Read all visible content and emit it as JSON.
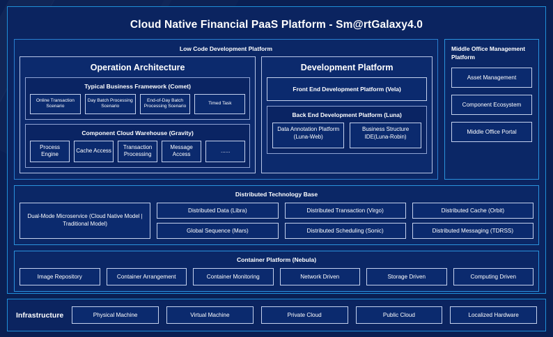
{
  "title": "Cloud Native Financial PaaS Platform - Sm@rtGalaxy4.0",
  "lowcode": {
    "title": "Low Code Development Platform",
    "operation": {
      "title": "Operation Architecture",
      "groups": [
        {
          "title": "Typical Business Framework (Comet)",
          "items": [
            "Online Transaction Scenario",
            "Day Batch Processing Scenario",
            "End-of-Day Batch Processing Scenario",
            "Timed Task"
          ]
        },
        {
          "title": "Component Cloud Warehouse (Gravity)",
          "items": [
            "Process Engine",
            "Cache Access",
            "Transaction Processing",
            "Message Access",
            "......"
          ]
        }
      ]
    },
    "development": {
      "title": "Development Platform",
      "frontend": "Front End Development Platform (Vela)",
      "backend": {
        "title": "Back End Development Platform (Luna)",
        "items": [
          "Data Annotation Platform (Luna-Web)",
          "Business Structure IDE(Luna-Robin)"
        ]
      }
    }
  },
  "middle_office": {
    "title": "Middle Office Management Platform",
    "items": [
      "Asset Management",
      "Component Ecosystem",
      "Middle Office Portal"
    ]
  },
  "distributed": {
    "title": "Distributed Technology Base",
    "highlight": "Dual-Mode Microservice (Cloud Native Model | Traditional Model)",
    "columns": [
      [
        "Distributed Data (Libra)",
        "Global Sequence (Mars)"
      ],
      [
        "Distributed Transaction (Virgo)",
        "Distributed Scheduling (Sonic)"
      ],
      [
        "Distributed Cache (Orbit)",
        "Distributed Messaging (TDRSS)"
      ]
    ]
  },
  "container": {
    "title": "Container Platform (Nebula)",
    "items": [
      "Image Repository",
      "Container Arrangement",
      "Container Monitoring",
      "Network Driven",
      "Storage Driven",
      "Computing Driven"
    ]
  },
  "infrastructure": {
    "label": "Infrastructure",
    "items": [
      "Physical Machine",
      "Virtual Machine",
      "Private Cloud",
      "Public Cloud",
      "Localized Hardware"
    ]
  },
  "colors": {
    "page_background": "#0a1f52",
    "frame_border": "#1f8fd8",
    "panel_border": "#2a7fd0",
    "box_border": "#c5d2ee",
    "box_background": "#0b2a6e",
    "text": "#ffffff"
  }
}
